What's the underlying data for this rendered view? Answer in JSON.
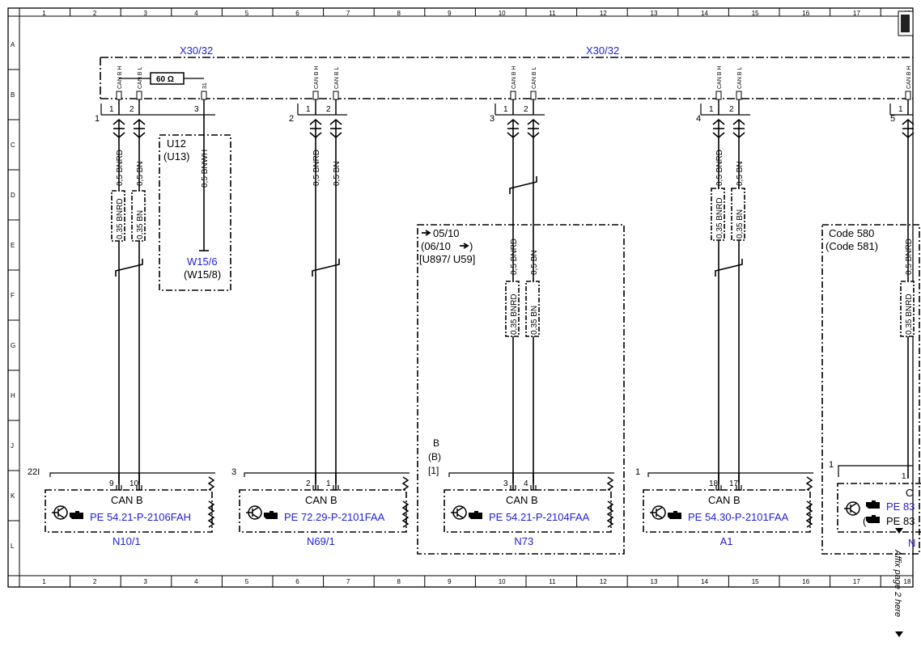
{
  "frame": {
    "columns": [
      "1",
      "2",
      "3",
      "4",
      "5",
      "6",
      "7",
      "8",
      "9",
      "10",
      "11",
      "12",
      "13",
      "14",
      "15",
      "16",
      "17",
      "18"
    ],
    "rows": [
      "A",
      "B",
      "C",
      "D",
      "E",
      "F",
      "G",
      "H",
      "J",
      "K",
      "L"
    ]
  },
  "buses": [
    {
      "label": "X30/32"
    },
    {
      "label": "X30/32"
    }
  ],
  "resistor_label": "60 Ω",
  "splices": [
    {
      "number": "1",
      "pins": [
        "1",
        "2",
        "3"
      ],
      "pin_labels": [
        "CAN B H",
        "CAN B L",
        "31"
      ]
    },
    {
      "number": "2",
      "pins": [
        "1",
        "2"
      ],
      "pin_labels": [
        "CAN B H",
        "CAN B L"
      ]
    },
    {
      "number": "3",
      "pins": [
        "1",
        "2"
      ],
      "pin_labels": [
        "CAN B H",
        "CAN B L"
      ]
    },
    {
      "number": "4",
      "pins": [
        "1",
        "2"
      ],
      "pin_labels": [
        "CAN B H",
        "CAN B L"
      ]
    },
    {
      "number": "5",
      "pins": [
        "1"
      ],
      "pin_labels": [
        "CAN B H"
      ]
    }
  ],
  "wires": {
    "bnrd_05": "0,5 BNRD",
    "bn_05": "0,5 BN",
    "bnwh_05": "0,5 BNWH",
    "bnrd_035": "0,35 BNRD",
    "bn_035": "0,35 BN"
  },
  "option_boxes": {
    "u12": {
      "line1": "U12",
      "line2": "(U13)",
      "ref1": "W15/6",
      "ref2": "(W15/8)"
    },
    "n73": {
      "line1": "05/10",
      "line2": "(06/10",
      "line3": "[U897/ U59]",
      "code1": "B",
      "code2": "(B)",
      "code3": "[1]"
    },
    "code580": {
      "line1": "Code 580",
      "line2": "(Code 581)"
    }
  },
  "components": [
    {
      "id": "N10/1",
      "bus": "CAN B",
      "pe": "PE 54.21-P-2106FAH",
      "conn": "22I",
      "pins": [
        "9",
        "10"
      ]
    },
    {
      "id": "N69/1",
      "bus": "CAN B",
      "pe": "PE 72.29-P-2101FAA",
      "conn": "3",
      "pins": [
        "2",
        "1"
      ]
    },
    {
      "id": "N73",
      "bus": "CAN B",
      "pe": "PE 54.21-P-2104FAA",
      "conn": "",
      "pins": [
        "3",
        "4"
      ]
    },
    {
      "id": "A1",
      "bus": "CAN B",
      "pe": "PE 54.30-P-2101FAA",
      "conn": "1",
      "pins": [
        "18",
        "17"
      ]
    },
    {
      "id": "N",
      "bus": "C",
      "pe": "PE 83",
      "pe2": "PE 83",
      "conn": "1",
      "pins": [
        "1"
      ]
    }
  ],
  "affix_note": "Affix page 2 here"
}
